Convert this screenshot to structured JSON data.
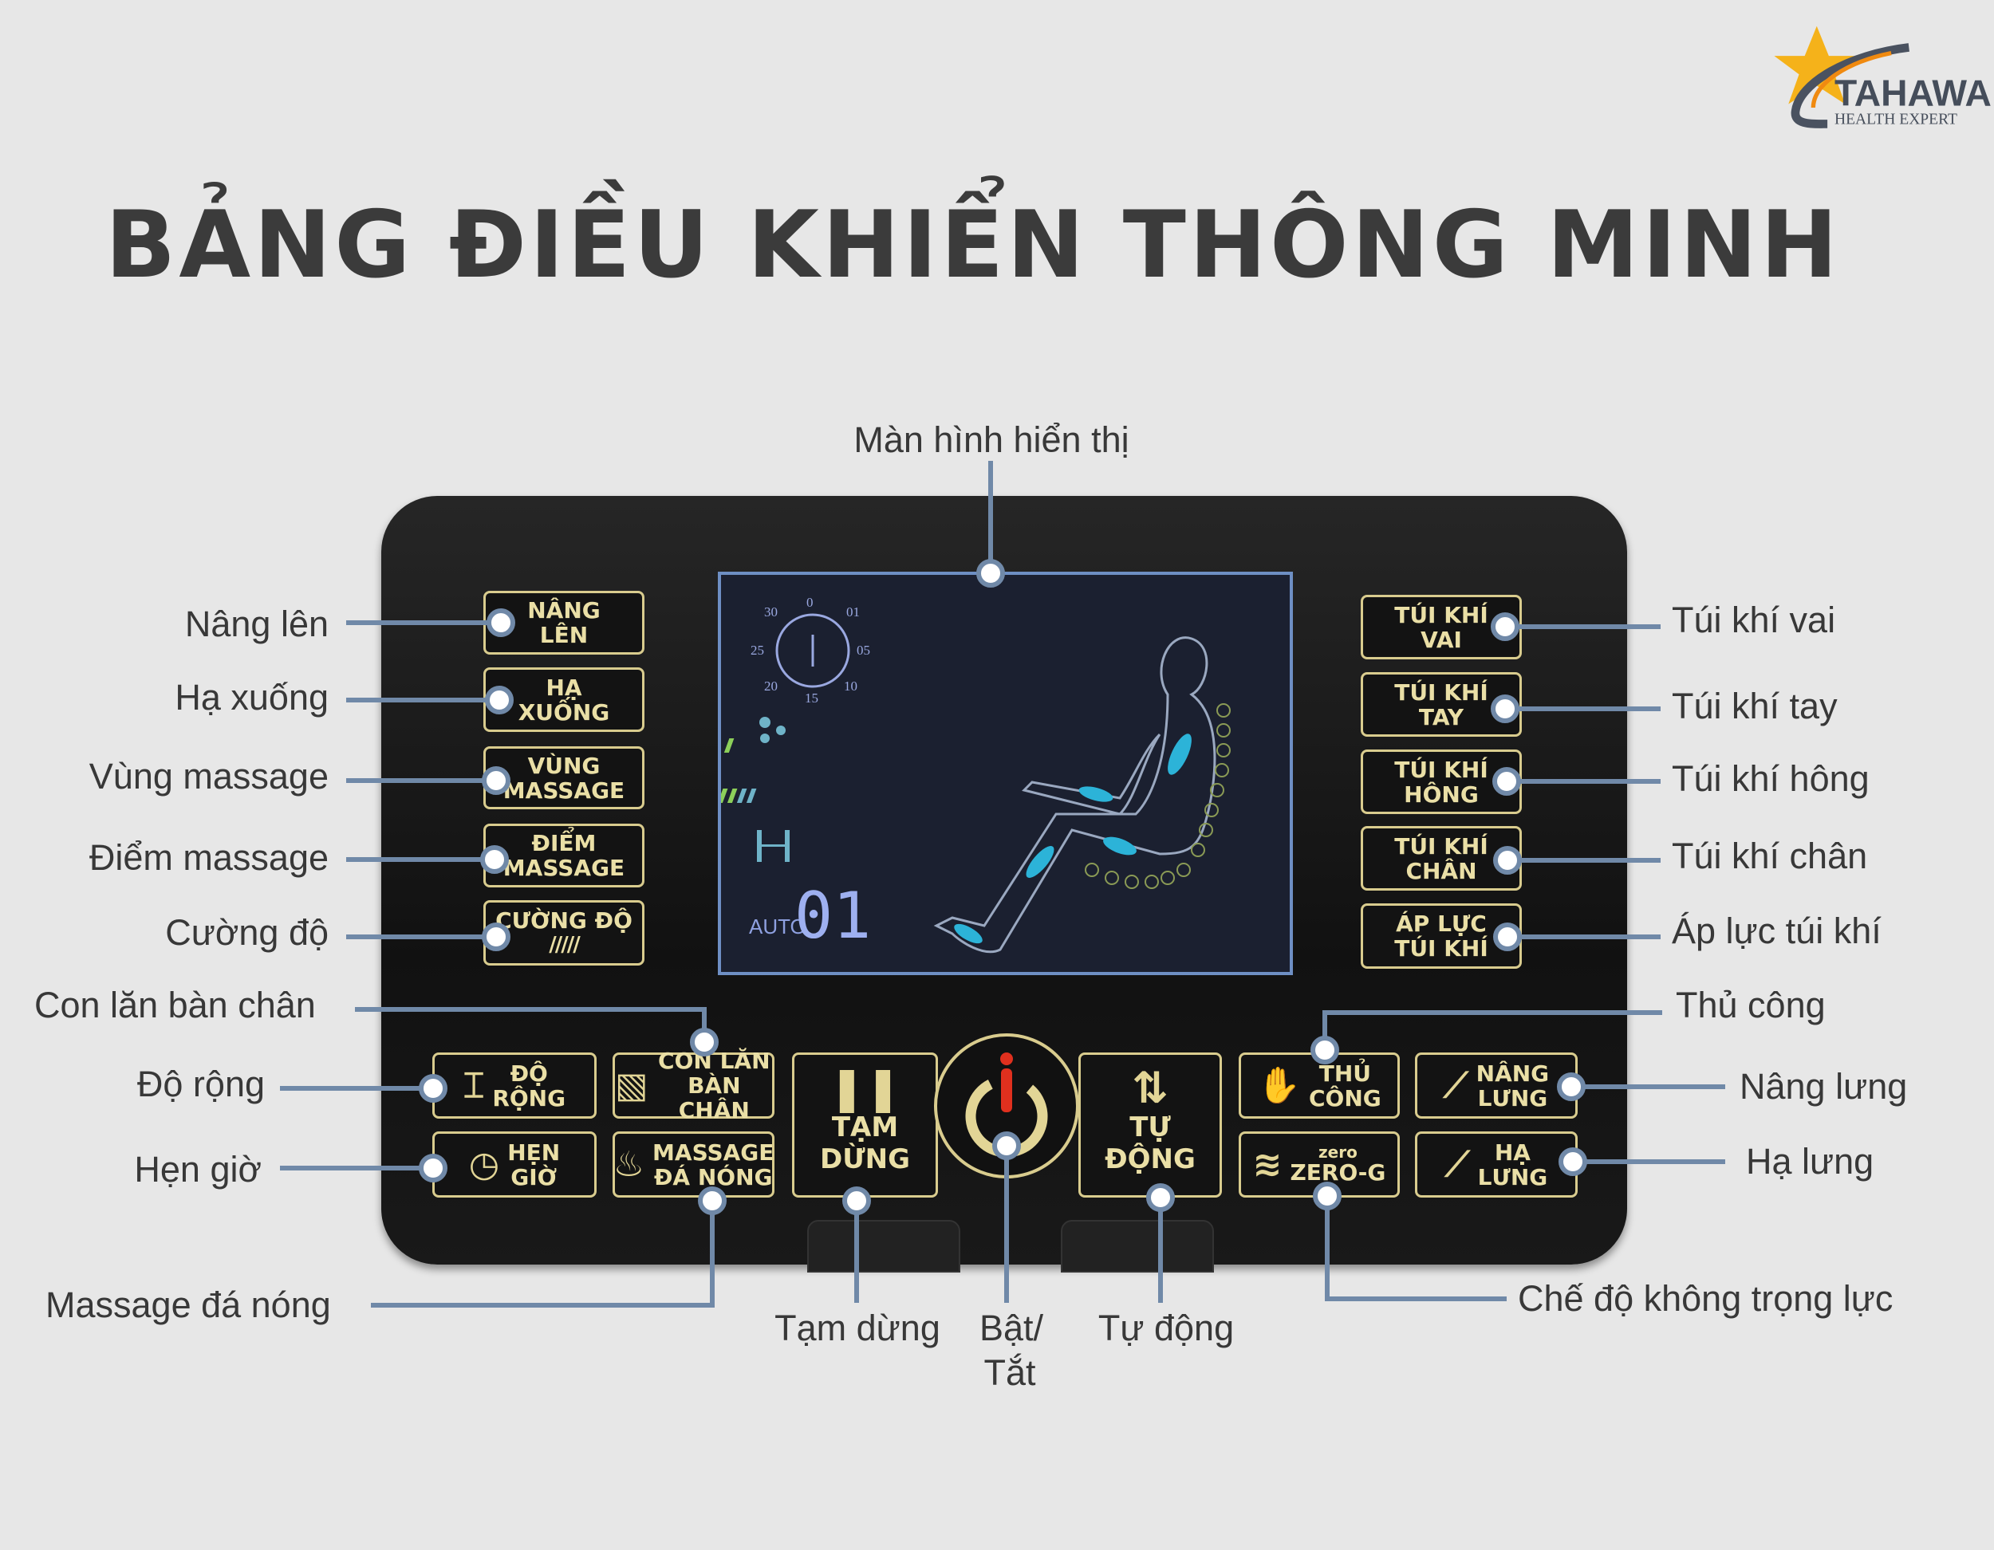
{
  "title": "BẢNG ĐIỀU KHIỂN THÔNG MINH",
  "logo": {
    "name": "TAHAWA",
    "tagline": "HEALTH EXPERT"
  },
  "display": {
    "mode": "AUTO",
    "program": "01",
    "clock_ticks": [
      "0",
      "01",
      "05",
      "10",
      "15",
      "20",
      "25",
      "30"
    ]
  },
  "buttons": {
    "nang_len": [
      "NÂNG",
      "LÊN"
    ],
    "ha_xuong": [
      "HẠ",
      "XUỐNG"
    ],
    "vung_massage": [
      "VÙNG",
      "MASSAGE"
    ],
    "diem_massage": [
      "ĐIỂM",
      "MASSAGE"
    ],
    "cuong_do": [
      "CƯỜNG ĐỘ"
    ],
    "tui_khi_vai": [
      "TÚI KHÍ",
      "VAI"
    ],
    "tui_khi_tay": [
      "TÚI KHÍ",
      "TAY"
    ],
    "tui_khi_hong": [
      "TÚI KHÍ",
      "HÔNG"
    ],
    "tui_khi_chan": [
      "TÚI KHÍ",
      "CHÂN"
    ],
    "ap_luc": [
      "ÁP LỰC",
      "TÚI KHÍ"
    ],
    "do_rong": [
      "ĐỘ",
      "RỘNG"
    ],
    "hen_gio": [
      "HẸN",
      "GIỜ"
    ],
    "con_lan": [
      "CON LĂN",
      "BÀN CHÂN"
    ],
    "da_nong": [
      "MASSAGE",
      "ĐÁ NÓNG"
    ],
    "tam_dung": [
      "TẠM",
      "DỪNG"
    ],
    "tu_dong": [
      "TỰ",
      "ĐỘNG"
    ],
    "thu_cong": [
      "THỦ",
      "CÔNG"
    ],
    "zero_g": [
      "ZERO-G"
    ],
    "zero_small": "zero",
    "nang_lung": [
      "NÂNG",
      "LƯNG"
    ],
    "ha_lung": [
      "HẠ",
      "LƯNG"
    ]
  },
  "callouts": {
    "man_hinh": "Màn hình hiển thị",
    "nang_len": "Nâng lên",
    "ha_xuong": "Hạ xuống",
    "vung_massage": "Vùng massage",
    "diem_massage": "Điểm massage",
    "cuong_do": "Cường độ",
    "con_lan": "Con lăn bàn chân",
    "do_rong": "Độ rộng",
    "hen_gio": "Hẹn giờ",
    "da_nong": "Massage đá nóng",
    "tam_dung": "Tạm dừng",
    "bat_tat_1": "Bật/",
    "bat_tat_2": "Tắt",
    "tu_dong": "Tự động",
    "zero_g": "Chế độ không trọng lực",
    "thu_cong": "Thủ công",
    "nang_lung": "Nâng lưng",
    "ha_lung": "Hạ lưng",
    "tui_khi_vai": "Túi khí vai",
    "tui_khi_tay": "Túi khí tay",
    "tui_khi_hong": "Túi khí hông",
    "tui_khi_chan": "Túi khí chân",
    "ap_luc": "Áp lực túi khí"
  },
  "colors": {
    "line": "#7089a8",
    "gold": "#d9cc8e",
    "power_red": "#e0301e"
  }
}
